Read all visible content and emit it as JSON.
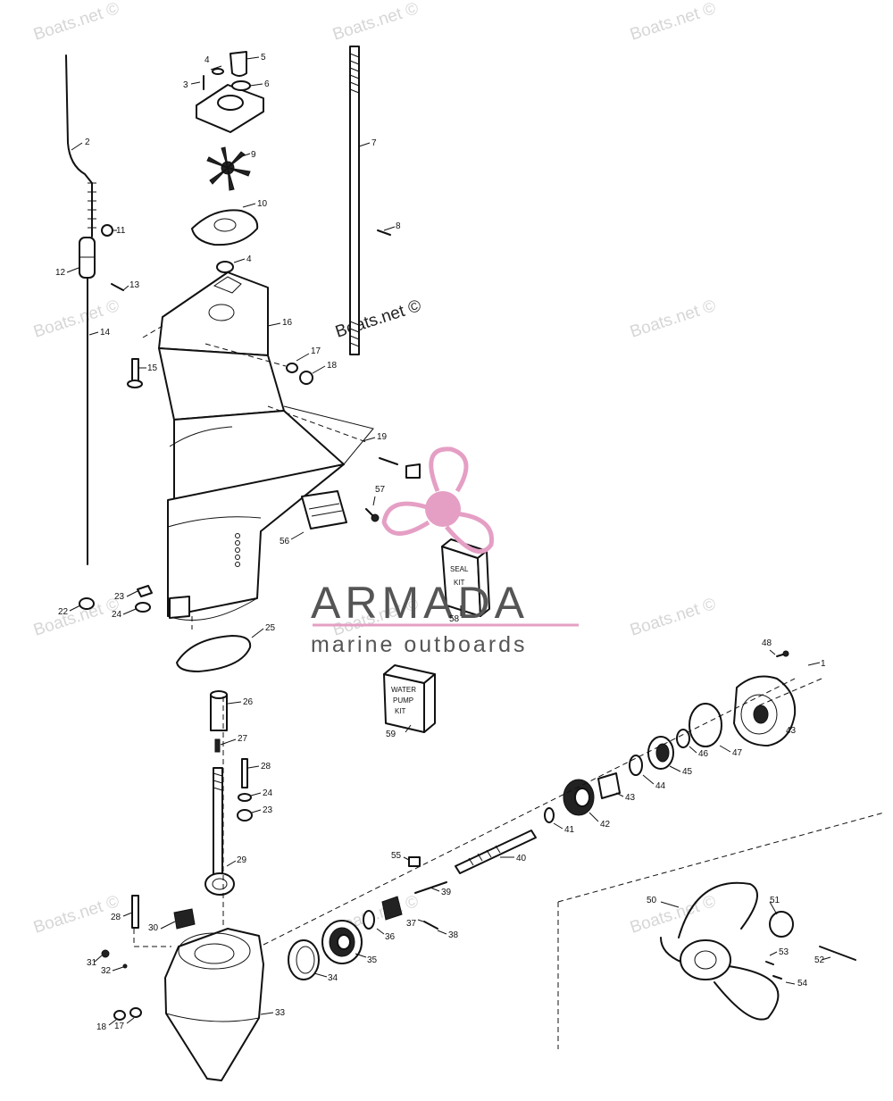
{
  "watermark": "Boats.net ©",
  "logo": {
    "brand": "ARMADA",
    "tagline": "marine outboards",
    "accent_color": "#e59fc4"
  },
  "kits": {
    "seal": [
      "SEAL",
      "KIT"
    ],
    "water_pump": [
      "WATER",
      "PUMP",
      "KIT"
    ]
  },
  "callouts": [
    "2",
    "3",
    "4",
    "5",
    "6",
    "9",
    "10",
    "4",
    "11",
    "12",
    "13",
    "14",
    "7",
    "8",
    "16",
    "15",
    "17",
    "18",
    "19",
    "57",
    "56",
    "58",
    "22",
    "23",
    "24",
    "25",
    "26",
    "27",
    "28",
    "24",
    "23",
    "29",
    "48",
    "1",
    "43",
    "47",
    "46",
    "45",
    "44",
    "43",
    "42",
    "41",
    "40",
    "55",
    "39",
    "38",
    "37",
    "36",
    "35",
    "34",
    "33",
    "32",
    "31",
    "30",
    "28",
    "18",
    "17",
    "50",
    "51",
    "53",
    "52",
    "54",
    "59"
  ]
}
